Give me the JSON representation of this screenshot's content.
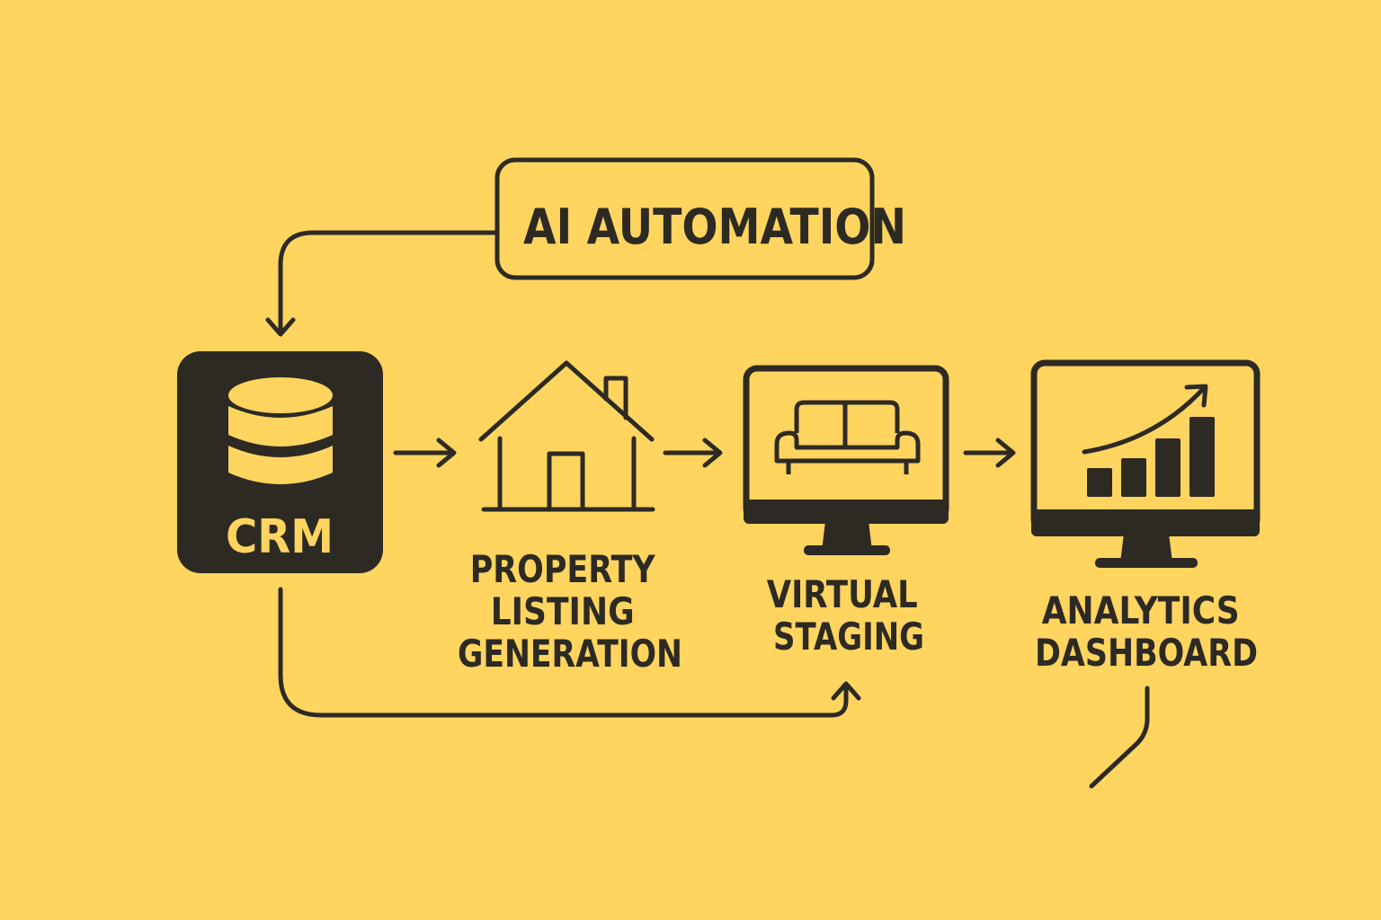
{
  "colors": {
    "background": "#FFD45F",
    "ink": "#2D2A24",
    "accent": "#FFD45F"
  },
  "automation": {
    "label": "AI AUTOMATION"
  },
  "nodes": [
    {
      "id": "crm",
      "icon": "database-icon",
      "label_lines": [
        "CRM"
      ]
    },
    {
      "id": "listing",
      "icon": "house-icon",
      "label_lines": [
        "PROPERTY",
        "LISTING",
        "GENERATION"
      ]
    },
    {
      "id": "staging",
      "icon": "monitor-sofa-icon",
      "label_lines": [
        "VIRTUAL",
        "STAGING"
      ]
    },
    {
      "id": "analytics",
      "icon": "monitor-chart-icon",
      "label_lines": [
        "ANALYTICS",
        "DASHBOARD"
      ]
    }
  ]
}
